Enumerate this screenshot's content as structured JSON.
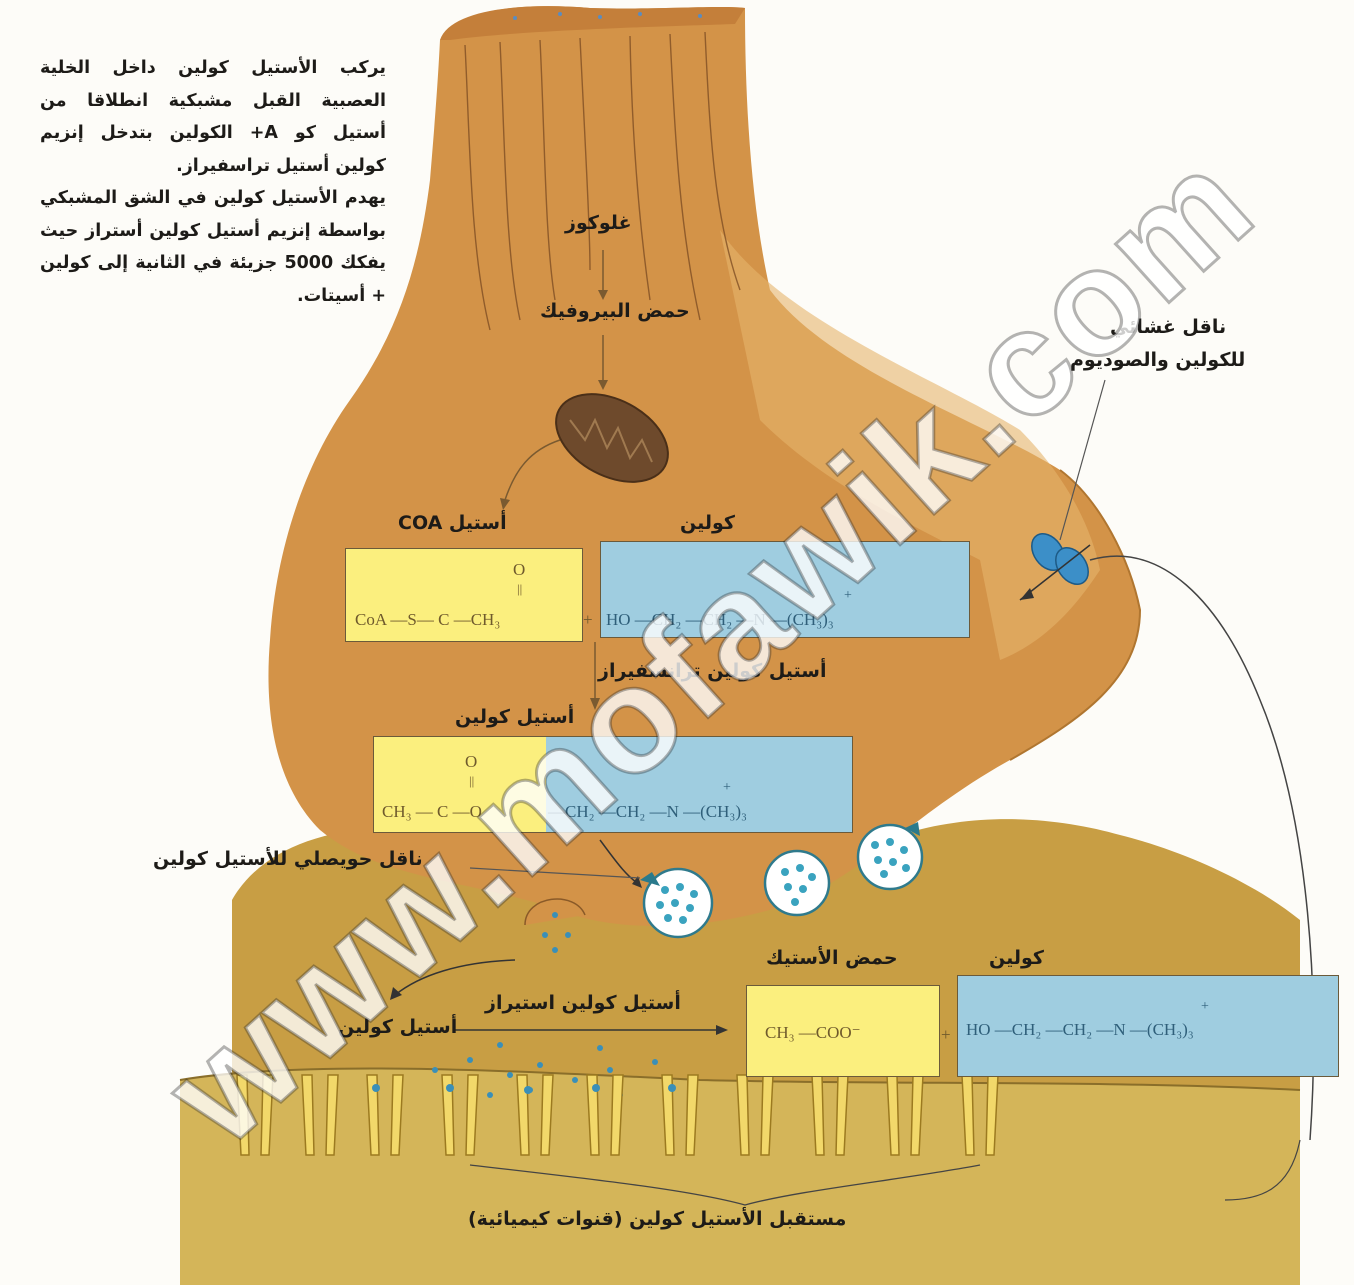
{
  "intro": {
    "line1": "يركب الأستيل كولين داخل الخلية العصبية القبل مشبكية انطلاقا من أستيل كو A+ الكولين بتدخل إنزيم كولين أستيل تراسفيراز.",
    "line2": "يهدم الأستيل كولين في الشق المشبكي بواسطة إنزيم أستيل كولين أستراز حيث يفكك 5000 جزيئة في الثانية إلى كولين + أسيتات."
  },
  "labels": {
    "glucose": "غلوكوز",
    "pyruvic": "حمض البيروفيك",
    "transporter_line1": "ناقل غشائي",
    "transporter_line2": "للكولين والصوديوم",
    "acetyl_coa": "أستيل COA",
    "choline_top": "كولين",
    "transferase": "أستيل كولين ترانسفيراز",
    "acetylcholine_top": "أستيل كولين",
    "vesicular_transporter": "ناقل حويصلي للأستيل كولين",
    "acetic_acid": "حمض الأستيك",
    "choline_bottom": "كولين",
    "esterase": "أستيل كولين استيراز",
    "acetylcholine_bottom": "أستيل كولين",
    "receptor": "مستقبل الأستيل كولين (قنوات كيميائية)"
  },
  "formulas": {
    "acetyl_coa": "CoA —S— C —CH₃",
    "choline_top": "HO —CH₂ —CH₂ —N —(CH₃)₃",
    "acetylcholine_yellow": "CH₃ — C —O",
    "acetylcholine_blue": "—CH₂ —CH₂ —N —(CH₃)₃",
    "acetate": "CH₃ —COO⁻",
    "choline_bottom": "HO —CH₂ —CH₂ —N —(CH₃)₃",
    "plus": "+",
    "carbonyl_o": "O",
    "charge": "+"
  },
  "watermark": "www.mofawik.com",
  "colors": {
    "neuron": "#d39348",
    "post": "#cfa347",
    "yellow_box": "#fbef7e",
    "blue_box": "#9fcde0"
  }
}
